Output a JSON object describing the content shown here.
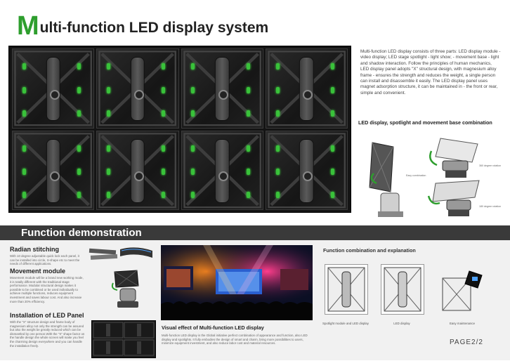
{
  "title": {
    "first_letter": "M",
    "rest": "ulti-function LED display system"
  },
  "description": "Multi-function LED display consists of three parts: LED display module - video display; LED stage spotlight - light show; - movement base - light and shadow interaction. Follow the principles of human mechanics, LED display panel adopts \"X\" structural design, with magnesium alloy frame - ensures the strength and reduces the weight, a single person can install and disassemble it easily. The LED display panel uses magnet adsorption structure, it can be maintained in - the front or rear, simple and convenient.",
  "combination": {
    "title": "LED display, spotlight and movement base combination",
    "labels": [
      "Easy combination",
      "360 degree rotation",
      "180 degree rotation"
    ]
  },
  "section_title": "Function demonstration",
  "radian": {
    "title": "Radian stitching",
    "text": "With 10 degree adjustable quick lock each panel, it can be installed into circle, S-shape etc to meet the needs of different applications."
  },
  "movement": {
    "title": "Movement module",
    "text": "Movement module will be a brand new working mode, it is totally different with the traditional stage performance. Modular structural design makes it possible to be combined or be used individually to achieve multiple functions, reduces equipment investment and saves labour cost. And also increase more than 20% efficiency."
  },
  "install": {
    "title": "Installation of LED Panel",
    "text": "With the \"X\" structure design and frame body of magnesium alloy not only the strength can be assured but also the weight be greatly reduced which can be dismantled by one person.With the \"X\" shape factor on the handle design the whole screen will make you feel the charming design everywhere and you can handle the installation freely."
  },
  "visual": {
    "title": "Visual effect of Multi-function LED display",
    "text": "Multi-function LED display is the Global initiative perfect combination of appearance and function, also LED display and spotlights. It fully embodies the design of smart and charm, bring more possibilities to users, minimize equipment investment, and also reduce labor cost and material resources."
  },
  "function_combo": {
    "title": "Function combination and explanation",
    "items": [
      {
        "caption": "Spotlight module and LED display"
      },
      {
        "caption": "LED display"
      },
      {
        "caption": "Easy maintenance"
      }
    ]
  },
  "page_number": "PAGE2/2",
  "colors": {
    "accent": "#2e9e2e",
    "band": "#3a3a3a",
    "led_green": "#39c23a"
  }
}
